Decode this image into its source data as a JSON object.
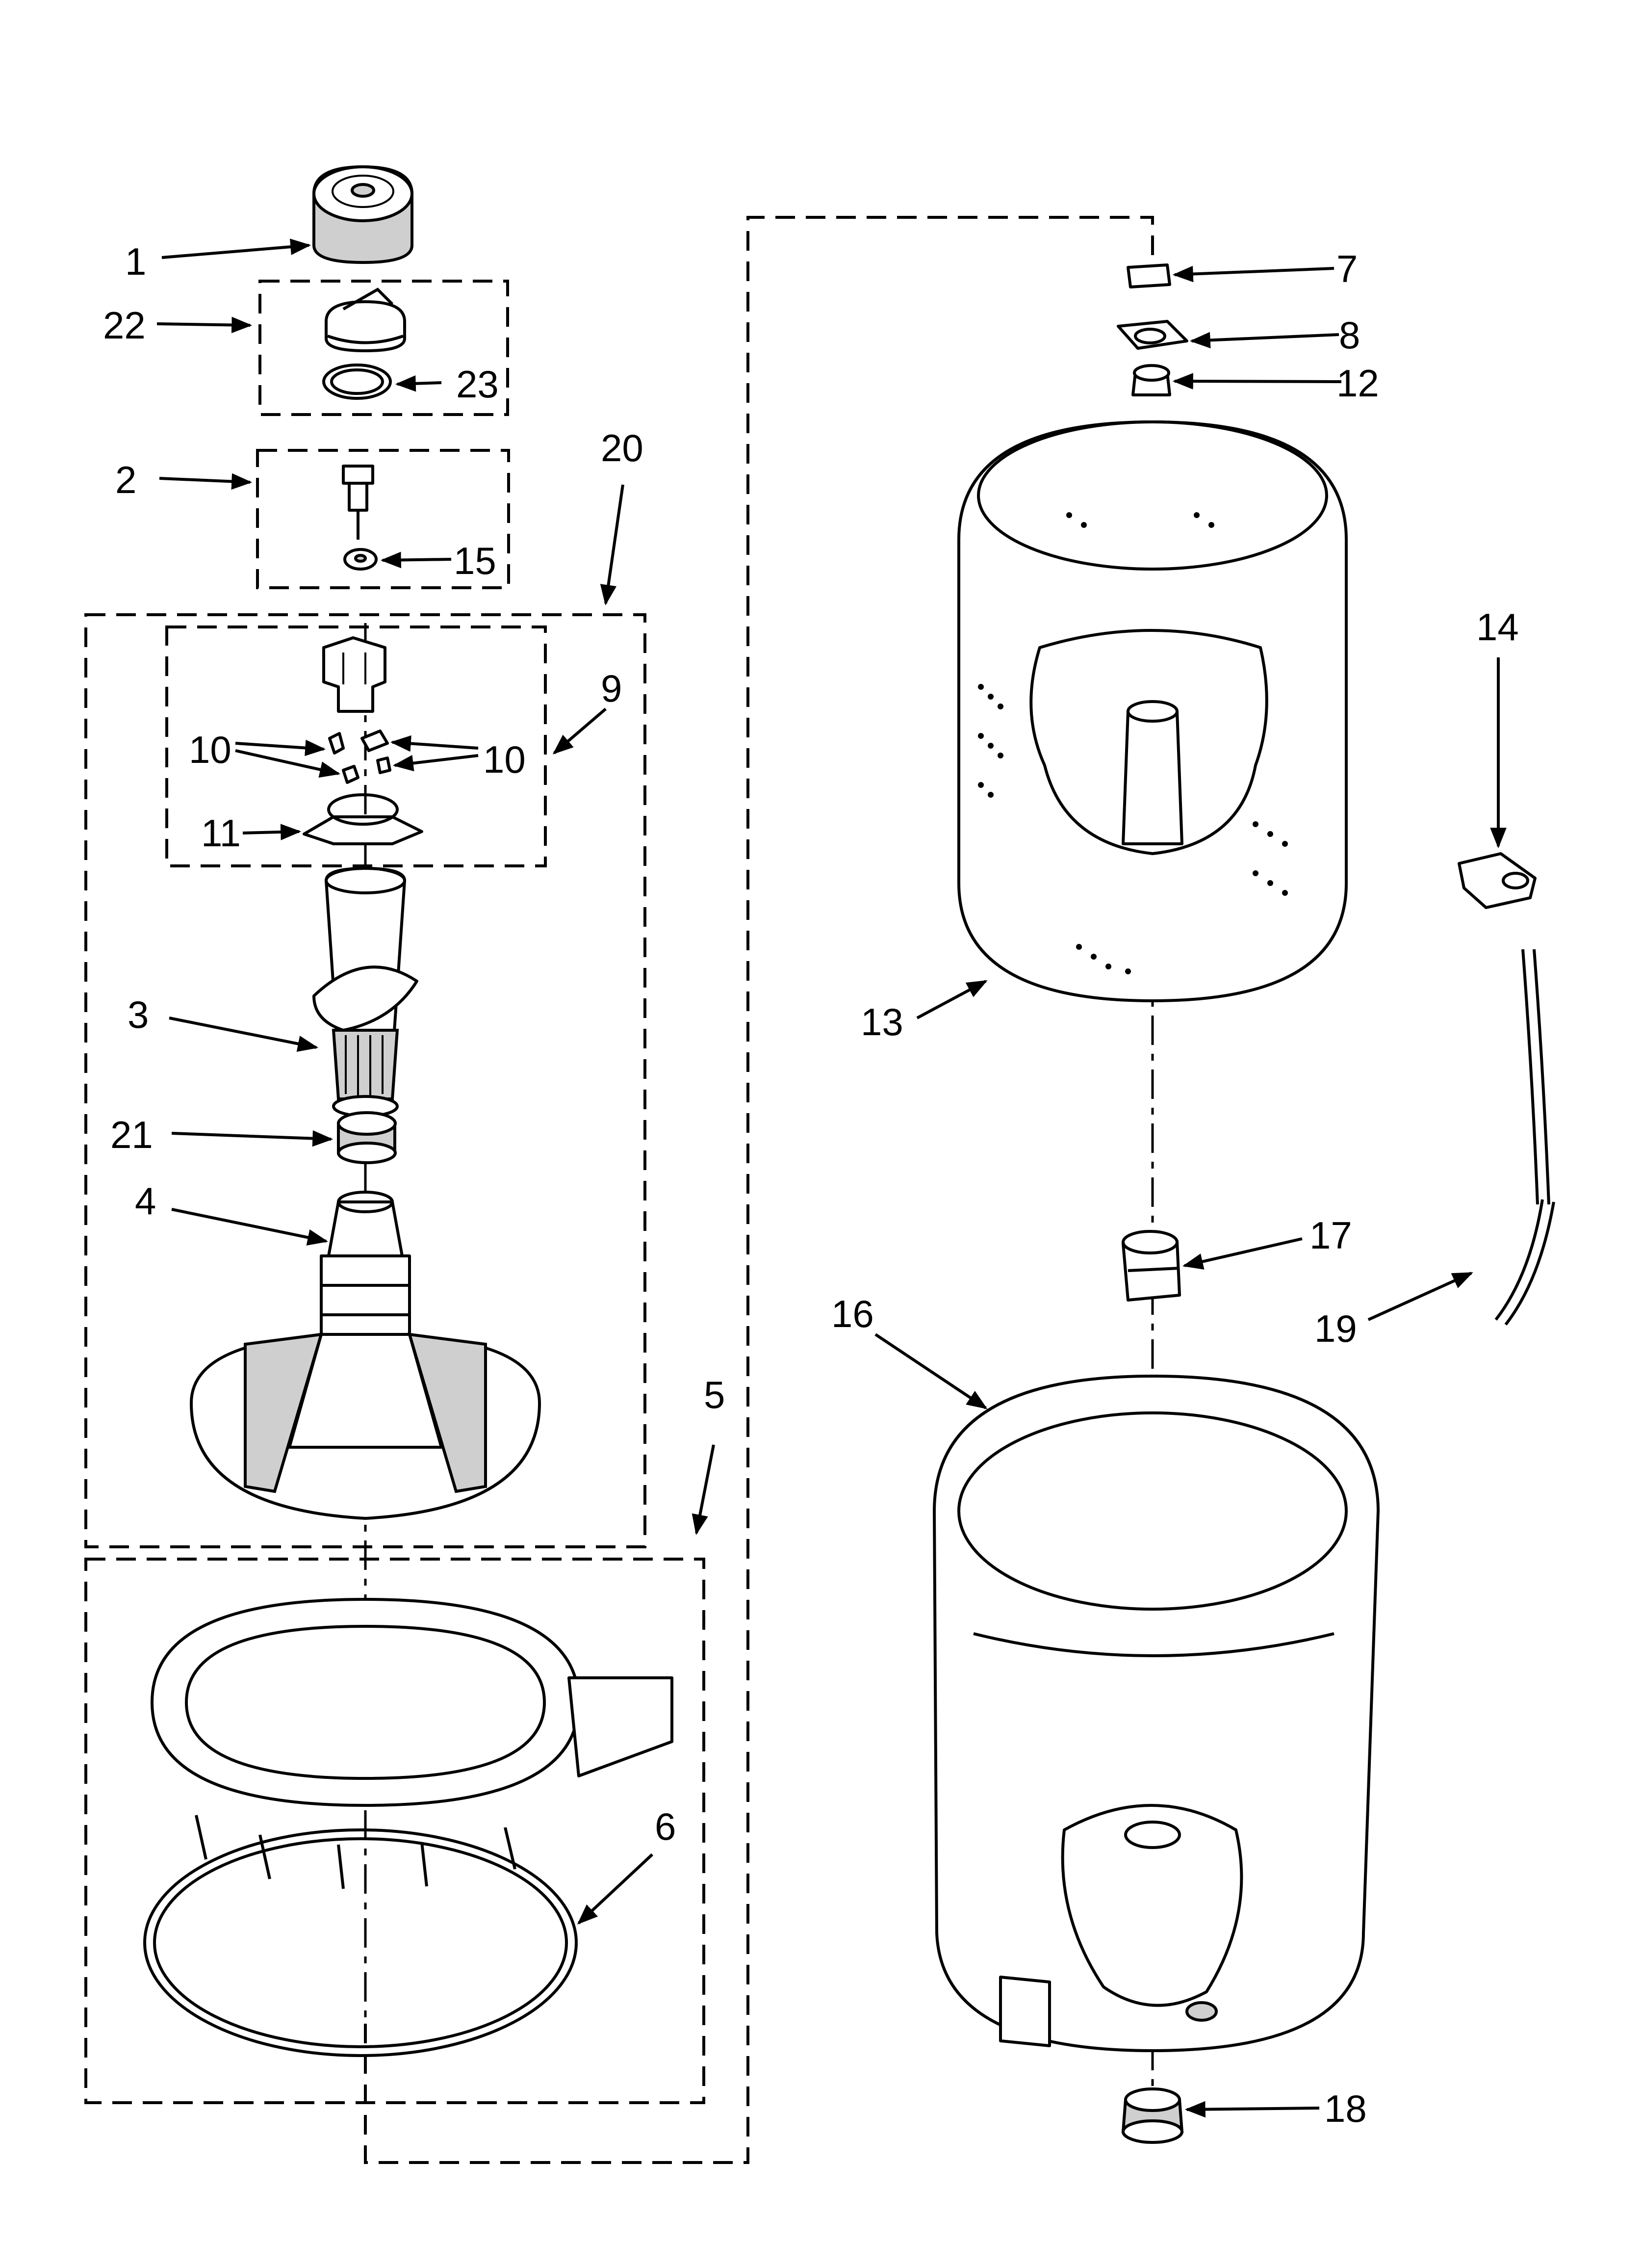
{
  "callouts": [
    "1",
    "22",
    "23",
    "2",
    "15",
    "20",
    "9",
    "10",
    "10",
    "11",
    "3",
    "21",
    "4",
    "5",
    "6",
    "7",
    "8",
    "12",
    "13",
    "14",
    "17",
    "16",
    "19",
    "18"
  ]
}
